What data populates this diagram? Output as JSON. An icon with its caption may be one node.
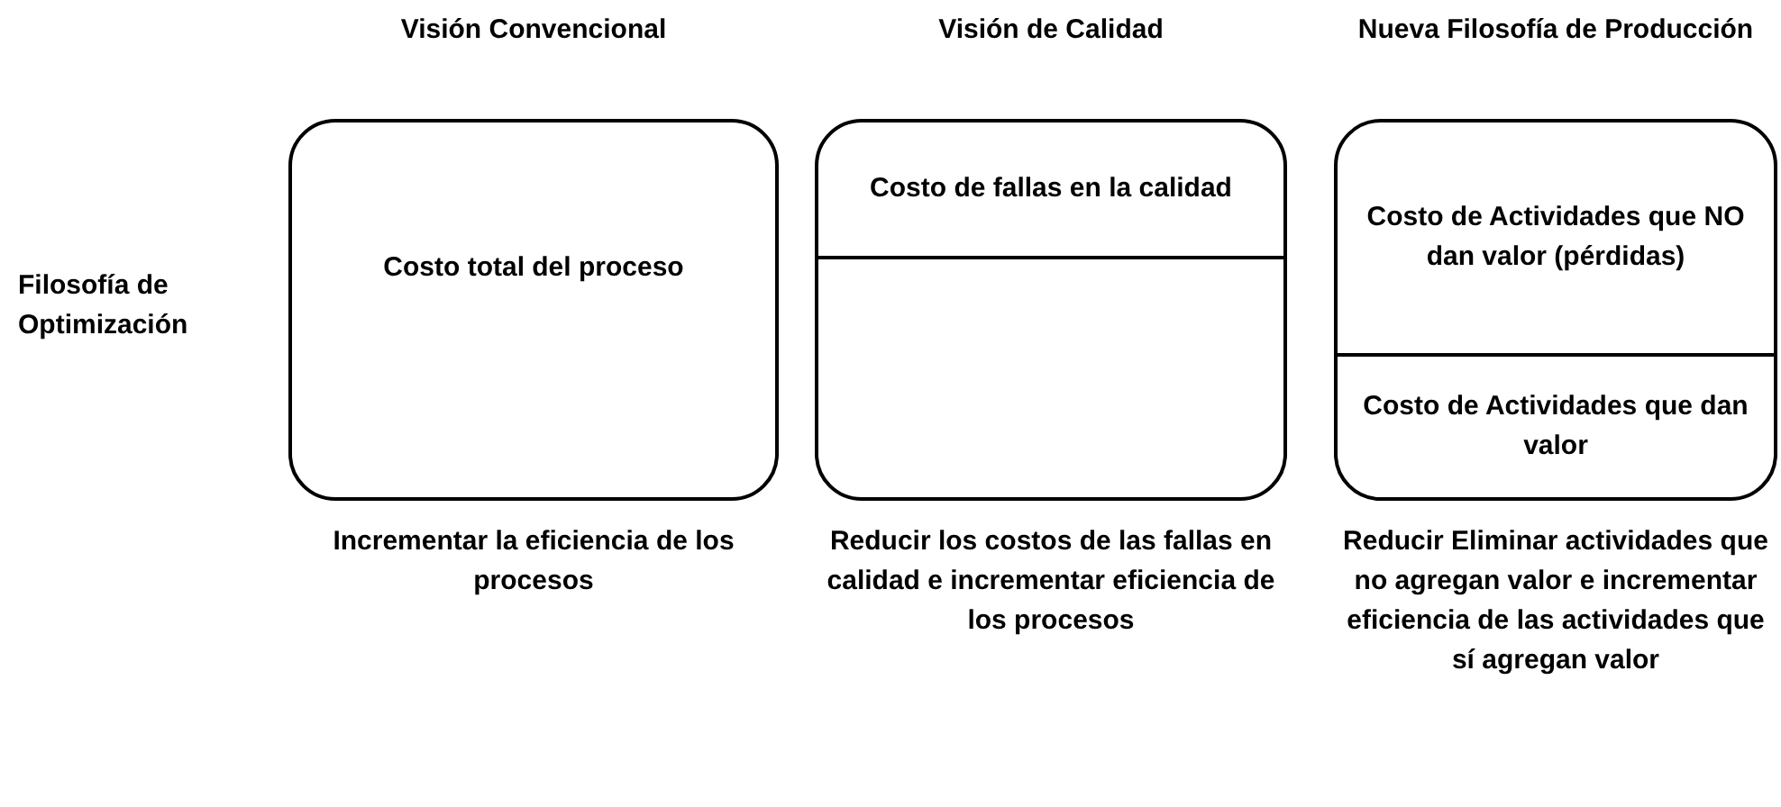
{
  "diagram": {
    "nodes": [
      {
        "text": [
          "Visión Convencional",
          "Costo total del proceso"
        ],
        "beside": [
          "Incrementar la eficiencia de los procesos"
        ]
      },
      {
        "text": [
          "Visión de Calidad"
        ],
        "beside": [
          "Reducir los costos de las fallas en calidad e incrementar eficiencia de los procesos"
        ]
      },
      {
        "text": [
          "Costo de fallas en la calidad"
        ],
        "in": 1
      },
      {
        "text": [
          "Nueva Filosofía de Producción"
        ],
        "beside": [
          "Reducir Eliminar actividades que no agregan valor e incrementar eficiencia de las actividades que sí agregan valor"
        ]
      },
      {
        "text": [
          "Costo de Actividades que NO dan valor (pérdidas)"
        ],
        "in": 3
      },
      {
        "text": [
          "Costo de Actividades que dan valor"
        ],
        "in": 3
      }
    ],
    "edges": [],
    "labels": [
      "Filosofía de Optimización"
    ]
  }
}
